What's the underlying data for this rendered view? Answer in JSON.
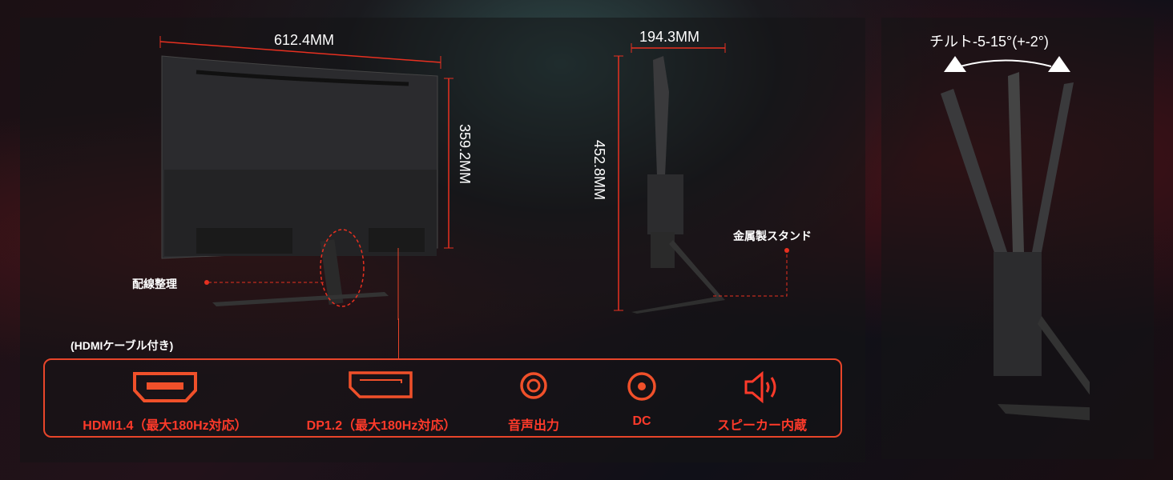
{
  "dimensions": {
    "width": "612.4MM",
    "height": "359.2MM",
    "depth": "194.3MM",
    "total_height": "452.8MM"
  },
  "labels": {
    "cable_management": "配線整理",
    "metal_stand": "金属製スタンド",
    "hdmi_cable_included": "(HDMIケーブル付き)",
    "tilt": "チルト-5-15°(+-2°)"
  },
  "ports": [
    {
      "icon": "hdmi-port-icon",
      "label": "HDMI1.4（最大180Hz対応）"
    },
    {
      "icon": "displayport-icon",
      "label": "DP1.2（最大180Hz対応）"
    },
    {
      "icon": "audio-out-icon",
      "label": "音声出力"
    },
    {
      "icon": "dc-power-icon",
      "label": "DC"
    },
    {
      "icon": "speaker-icon",
      "label": "スピーカー内蔵"
    }
  ],
  "colors": {
    "accent": "#ff3a2a",
    "icon": "#f0502a"
  }
}
